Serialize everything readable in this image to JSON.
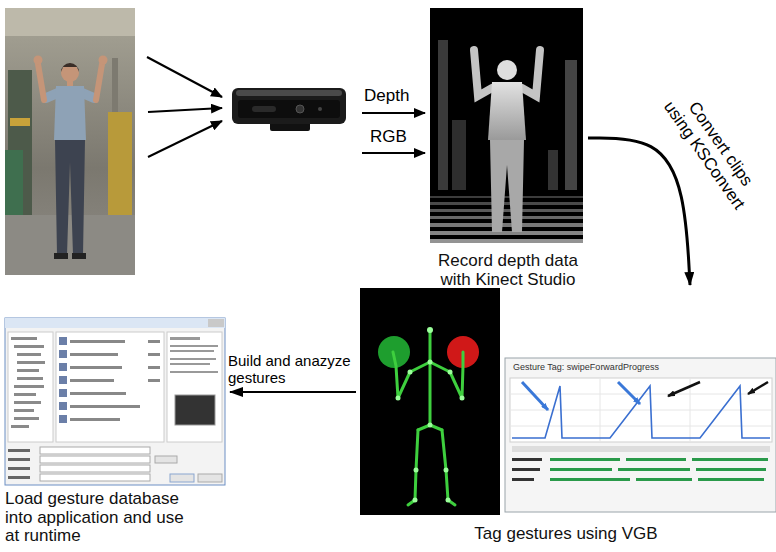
{
  "diagram": {
    "nodes": [
      {
        "text": [
          "Record depth data with Kinect Studio"
        ]
      },
      {
        "text": [
          "Tag gestures using VGB"
        ]
      },
      {
        "text": [
          "Load gesture database into application and use at runtime"
        ]
      }
    ],
    "edges": [
      {
        "from": 0,
        "to": 1,
        "arrow": "to",
        "label": "Convert clips using KSConvert"
      },
      {
        "from": 1,
        "to": 2,
        "arrow": "to",
        "label": "Build and anazyze gestures"
      }
    ],
    "labels": [
      "Depth",
      "RGB",
      "Gesture Tag: swipeForwardProgress"
    ]
  }
}
